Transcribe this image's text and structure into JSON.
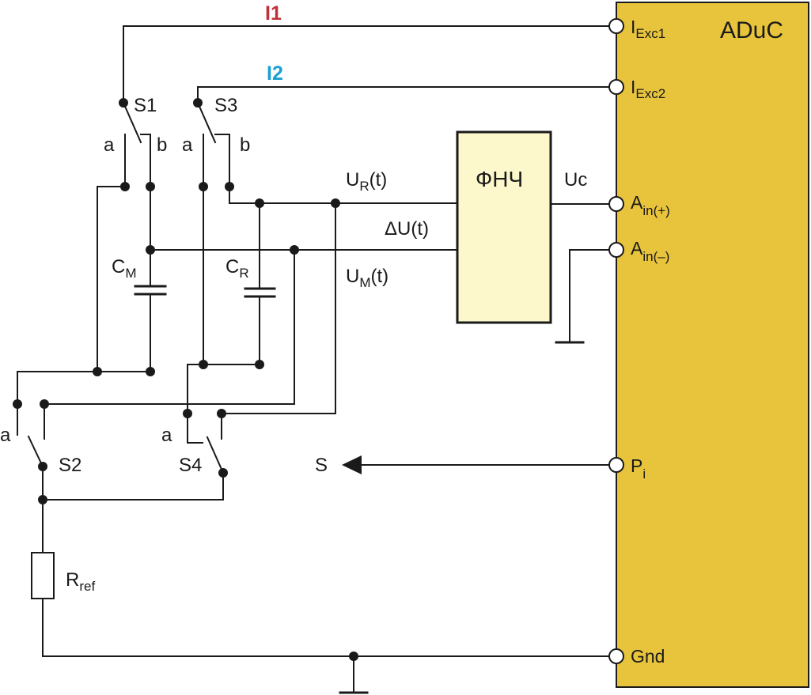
{
  "colors": {
    "block_fill": "#e8c43c",
    "filter_fill": "#fdf8cc",
    "i1_color": "#c0303a",
    "i2_color": "#1a9fd2"
  },
  "mcu": {
    "name": "ADuC"
  },
  "pins": {
    "iexc1": {
      "main": "I",
      "sub": "Exc1"
    },
    "iexc2": {
      "main": "I",
      "sub": "Exc2"
    },
    "ain_pos": {
      "main": "A",
      "sub": "in(+)"
    },
    "ain_neg": {
      "main": "A",
      "sub": "in(–)"
    },
    "pi": {
      "main": "P",
      "sub": "i"
    },
    "gnd": {
      "main": "Gnd"
    }
  },
  "currents": {
    "i1": "I1",
    "i2": "I2"
  },
  "filter": {
    "name": "ФНЧ",
    "output": "Uc"
  },
  "signals": {
    "ur": {
      "main": "U",
      "sub": "R",
      "tail": "(t)"
    },
    "du": {
      "main": "ΔU(t)"
    },
    "um": {
      "main": "U",
      "sub": "M",
      "tail": "(t)"
    },
    "s": "S"
  },
  "switches": {
    "s1": {
      "name": "S1",
      "a": "a",
      "b": "b"
    },
    "s2": {
      "name": "S2",
      "a": "a"
    },
    "s3": {
      "name": "S3",
      "a": "a",
      "b": "b"
    },
    "s4": {
      "name": "S4",
      "a": "a"
    }
  },
  "components": {
    "cm": {
      "main": "C",
      "sub": "M"
    },
    "cr": {
      "main": "C",
      "sub": "R"
    },
    "rref": {
      "main": "R",
      "sub": "ref"
    }
  }
}
